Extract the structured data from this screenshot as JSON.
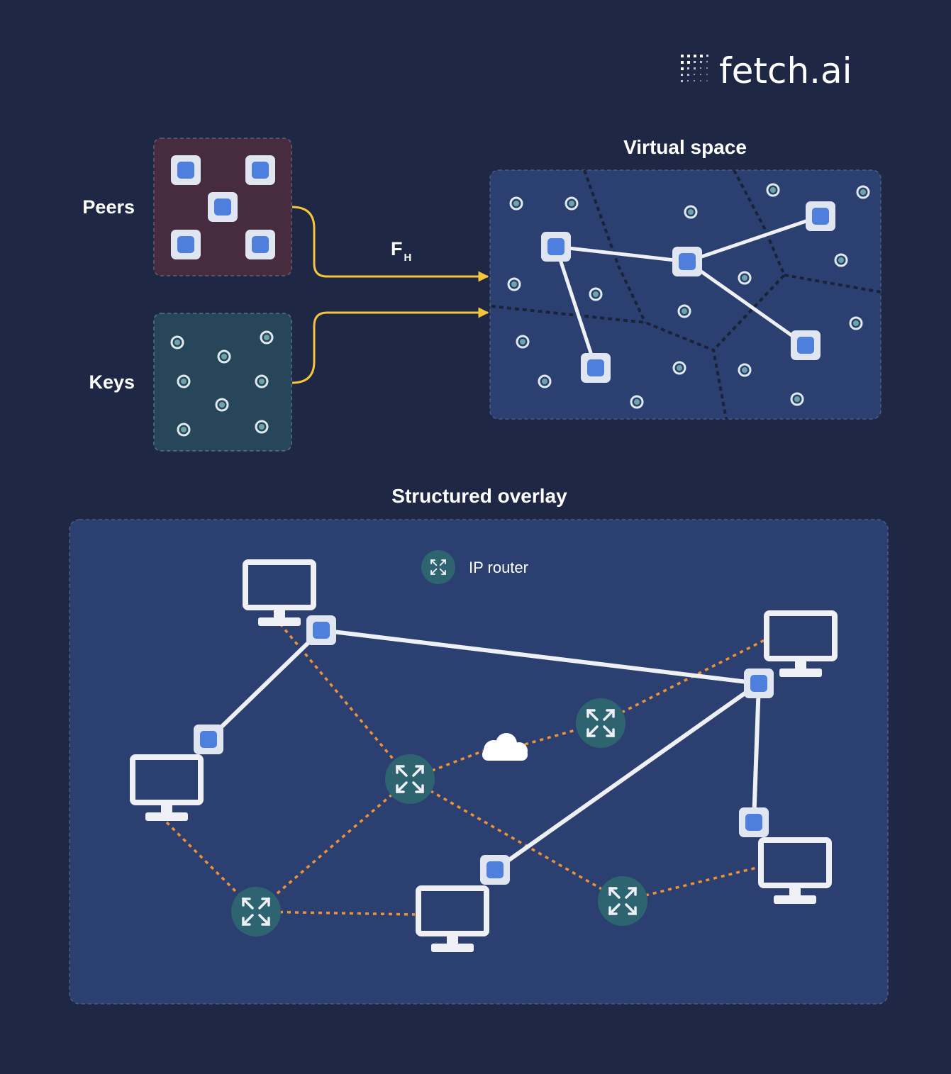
{
  "brand": {
    "logo_text": "fetch.ai"
  },
  "labels": {
    "peers": "Peers",
    "keys": "Keys",
    "virtual_space": "Virtual space",
    "structured_overlay": "Structured overlay",
    "hash_fn": "F",
    "hash_fn_sub": "H",
    "legend_router": "IP router"
  },
  "colors": {
    "background": "#1e2744",
    "panel": "#2b4070",
    "peers_panel": "#472b3f",
    "keys_panel": "#284659",
    "node_fill": "#4f7fdc",
    "node_frame": "#dfe6f2",
    "key_dot": "#6ea3a7",
    "router": "#2e6470",
    "arrow": "#f5c63c",
    "ip_link": "#ef9237",
    "overlay_link": "#eef0f5"
  },
  "icons": {
    "router": "router-icon",
    "computer": "computer-icon",
    "cloud": "cloud-icon",
    "peer_node": "peer-node-icon",
    "key_dot": "key-dot-icon"
  }
}
